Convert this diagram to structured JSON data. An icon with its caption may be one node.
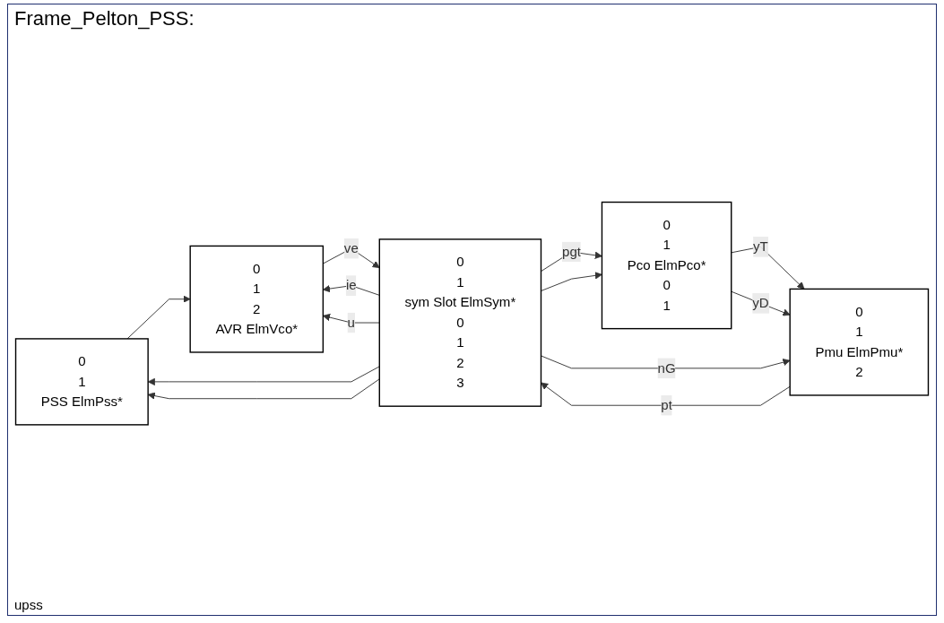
{
  "diagram": {
    "title": "Frame_Pelton_PSS:",
    "nodes": [
      {
        "text": [
          "0",
          "1",
          "PSS ElmPss*"
        ]
      },
      {
        "text": [
          "0",
          "1",
          "2",
          "AVR ElmVco*"
        ]
      },
      {
        "text": [
          "0",
          "1",
          "sym Slot ElmSym*",
          "0",
          "1",
          "2",
          "3"
        ]
      },
      {
        "text": [
          "0",
          "1",
          "Pco ElmPco*",
          "0",
          "1"
        ]
      },
      {
        "text": [
          "0",
          "1",
          "Pmu ElmPmu*",
          "2"
        ]
      }
    ],
    "edges": [
      {
        "from": 2,
        "to": 1,
        "arrow": "to",
        "label": "ie"
      },
      {
        "from": 2,
        "to": 1,
        "arrow": "to",
        "label": "u"
      },
      {
        "from": 0,
        "to": 1,
        "arrow": "to"
      },
      {
        "from": 1,
        "to": 2,
        "arrow": "to",
        "label": "ve"
      },
      {
        "from": 3,
        "to": 4,
        "arrow": "to",
        "label": "yT"
      },
      {
        "from": 3,
        "to": 4,
        "arrow": "to",
        "label": "yD"
      },
      {
        "from": 4,
        "to": 2,
        "arrow": "to",
        "label": "pt"
      },
      {
        "from": 2,
        "to": 3,
        "arrow": "to",
        "label": "pgt"
      },
      {
        "from": 2,
        "to": 0,
        "arrow": "to"
      },
      {
        "from": 2,
        "to": 3,
        "arrow": "to"
      },
      {
        "from": 2,
        "to": 0,
        "arrow": "to"
      },
      {
        "from": 2,
        "to": 4,
        "arrow": "to",
        "label": "nG"
      }
    ],
    "labels": [
      "upss"
    ]
  }
}
